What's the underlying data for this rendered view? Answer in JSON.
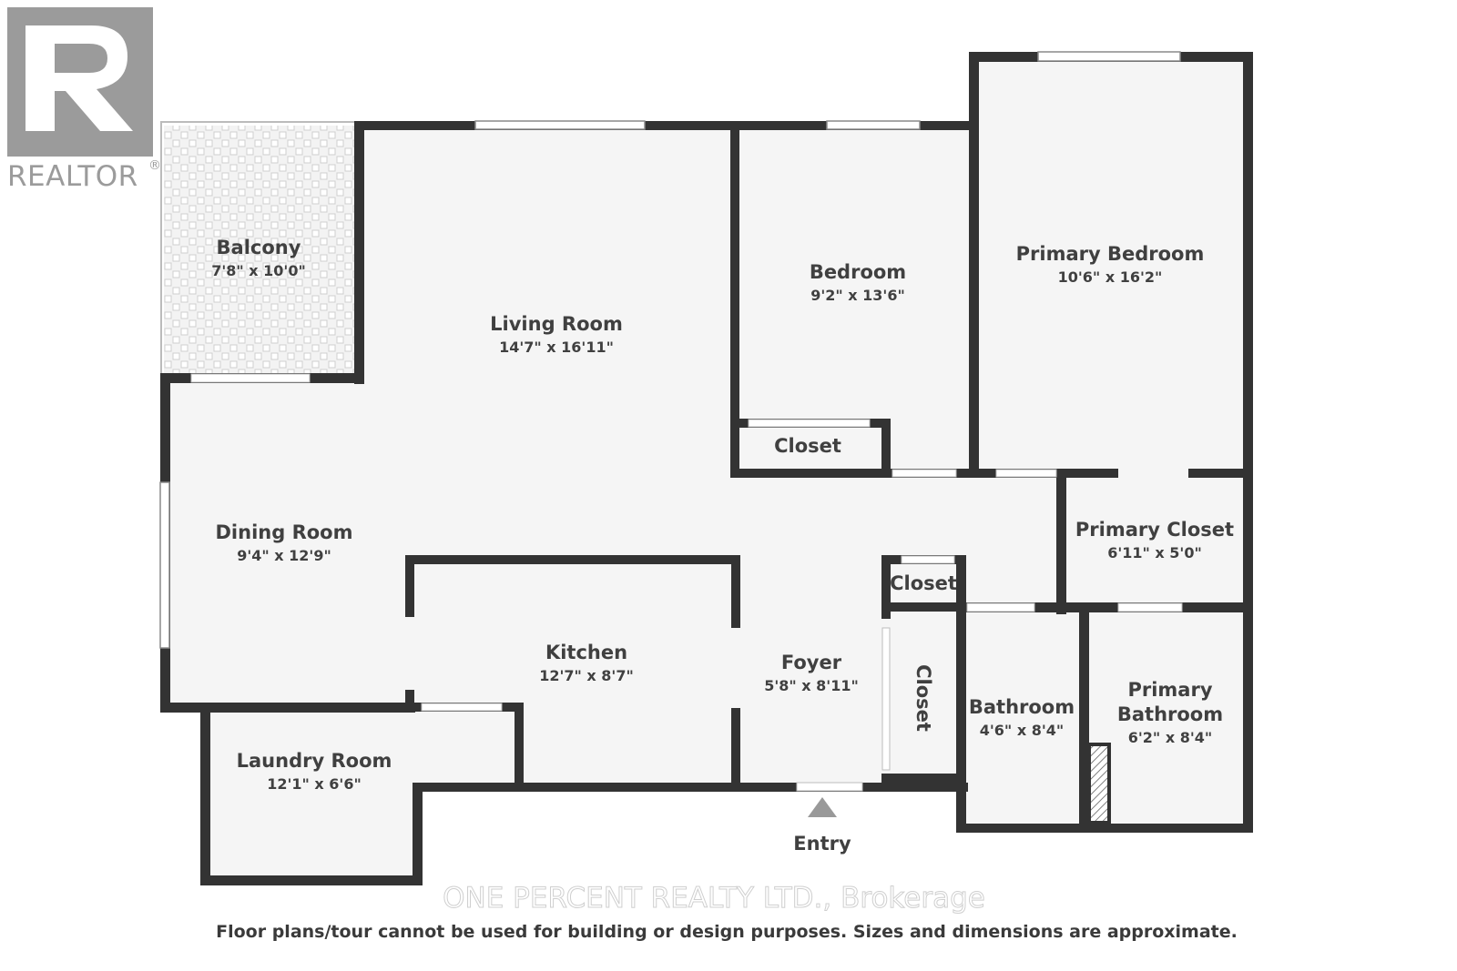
{
  "logo": {
    "text": "REALTOR",
    "mark": "®"
  },
  "rooms": {
    "balcony": {
      "name": "Balcony",
      "dims": "7'8\" x 10'0\""
    },
    "living": {
      "name": "Living Room",
      "dims": "14'7\" x 16'11\""
    },
    "bedroom": {
      "name": "Bedroom",
      "dims": "9'2\" x 13'6\""
    },
    "primary_bedroom": {
      "name": "Primary Bedroom",
      "dims": "10'6\" x 16'2\""
    },
    "bedroom_closet": {
      "name": "Closet"
    },
    "dining": {
      "name": "Dining Room",
      "dims": "9'4\" x 12'9\""
    },
    "primary_closet": {
      "name": "Primary Closet",
      "dims": "6'11\" x 5'0\""
    },
    "closet_small": {
      "name": "Closet"
    },
    "closet_vertical": {
      "name": "Closet"
    },
    "kitchen": {
      "name": "Kitchen",
      "dims": "12'7\" x 8'7\""
    },
    "foyer": {
      "name": "Foyer",
      "dims": "5'8\" x 8'11\""
    },
    "bathroom": {
      "name": "Bathroom",
      "dims": "4'6\" x 8'4\""
    },
    "primary_bathroom": {
      "name_line1": "Primary",
      "name_line2": "Bathroom",
      "dims": "6'2\" x 8'4\""
    },
    "laundry": {
      "name": "Laundry Room",
      "dims": "12'1\" x 6'6\""
    }
  },
  "entry_label": "Entry",
  "watermark": "ONE PERCENT REALTY LTD., Brokerage",
  "disclaimer": "Floor plans/tour cannot be used for building or design purposes. Sizes and dimensions are approximate."
}
